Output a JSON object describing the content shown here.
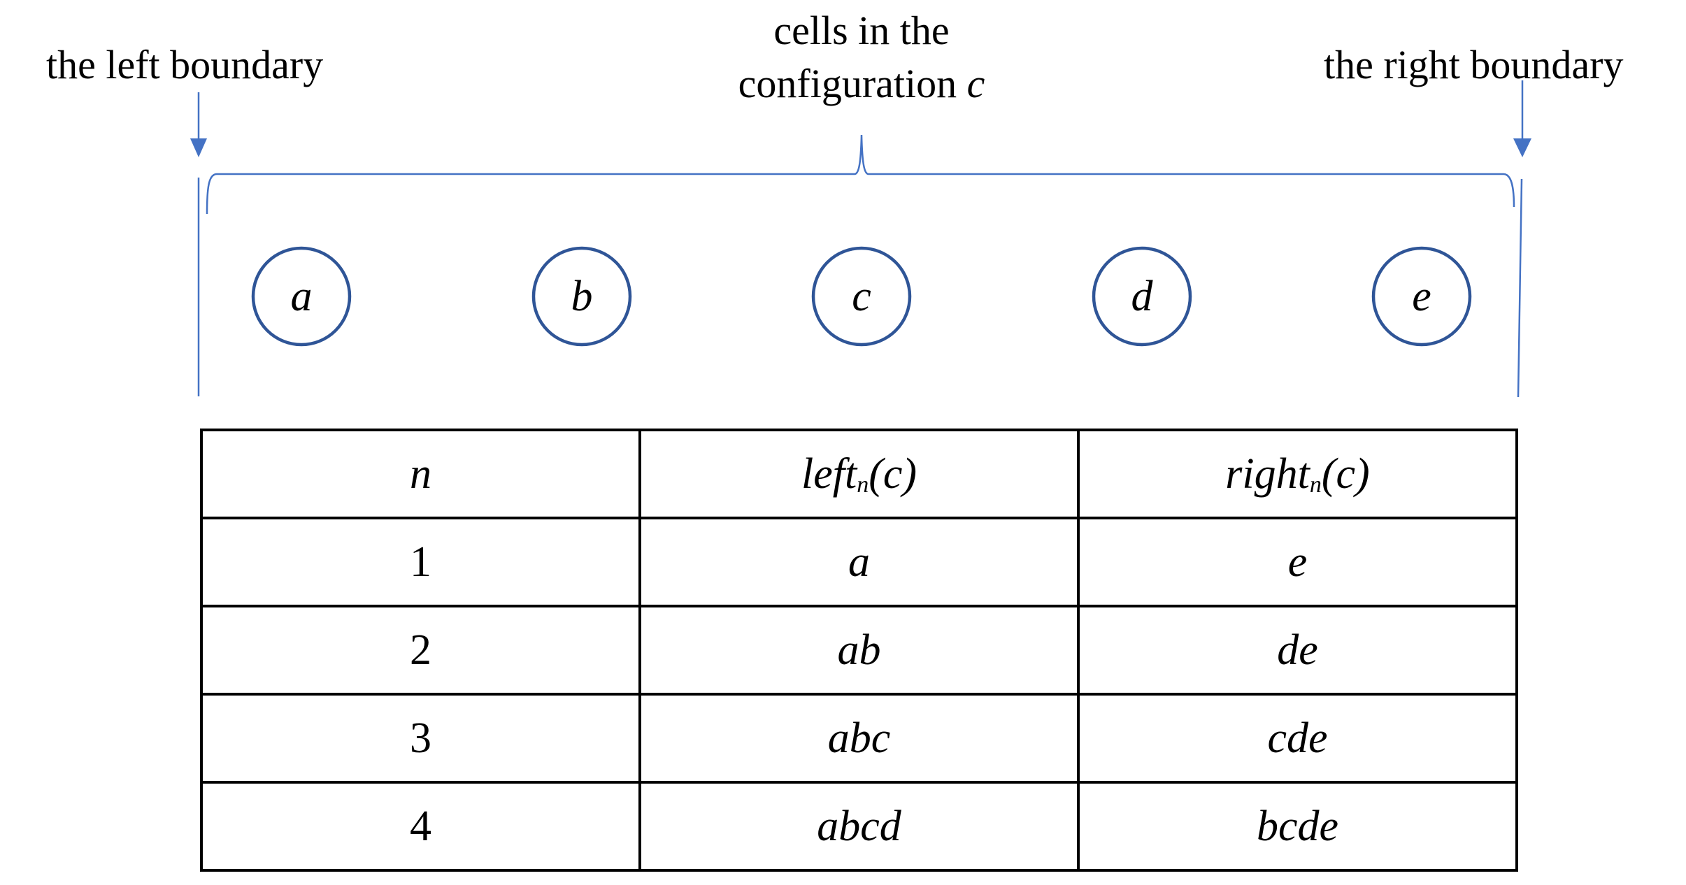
{
  "labels": {
    "left_boundary": "the left boundary",
    "right_boundary": "the right boundary",
    "center_line1": "cells in the",
    "center_line2": "configuration",
    "center_var": "c"
  },
  "cells": [
    "a",
    "b",
    "c",
    "d",
    "e"
  ],
  "table": {
    "headers": {
      "n": "n",
      "left_fn": "left",
      "left_sub": "n",
      "left_arg": "(c)",
      "right_fn": "right",
      "right_sub": "n",
      "right_arg": "(c)"
    },
    "rows": [
      {
        "n": "1",
        "left": "a",
        "right": "e"
      },
      {
        "n": "2",
        "left": "ab",
        "right": "de"
      },
      {
        "n": "3",
        "left": "abc",
        "right": "cde"
      },
      {
        "n": "4",
        "left": "abcd",
        "right": "bcde"
      }
    ]
  },
  "colors": {
    "arrow_blue": "#4472C4",
    "circle_stroke": "#2F5597",
    "table_border": "#000000"
  }
}
